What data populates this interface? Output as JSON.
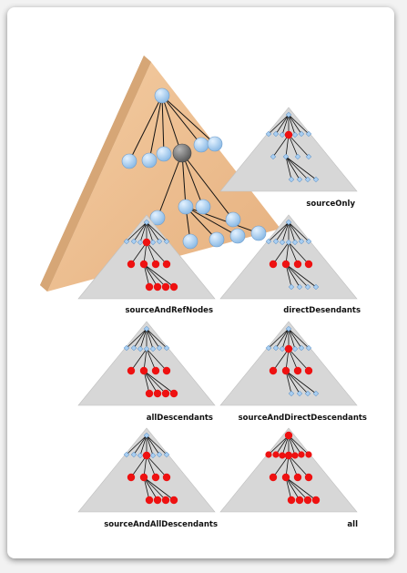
{
  "colors": {
    "highlight": "#ee1111",
    "node_blue": "#a9cff2",
    "source_gray": "#777777",
    "triangle_fill": "#d7d7d7",
    "tan": "#ebb98b"
  },
  "panels": [
    {
      "id": "source-only",
      "label": "sourceOnly"
    },
    {
      "id": "source-and-ref-nodes",
      "label": "sourceAndRefNodes"
    },
    {
      "id": "direct-desendants",
      "label": "directDesendants"
    },
    {
      "id": "all-descendants",
      "label": "allDescendants"
    },
    {
      "id": "source-and-direct-descendants",
      "label": "sourceAndDirectDescendants"
    },
    {
      "id": "source-and-all-descendants",
      "label": "sourceAndAllDescendants"
    },
    {
      "id": "all",
      "label": "all"
    }
  ]
}
